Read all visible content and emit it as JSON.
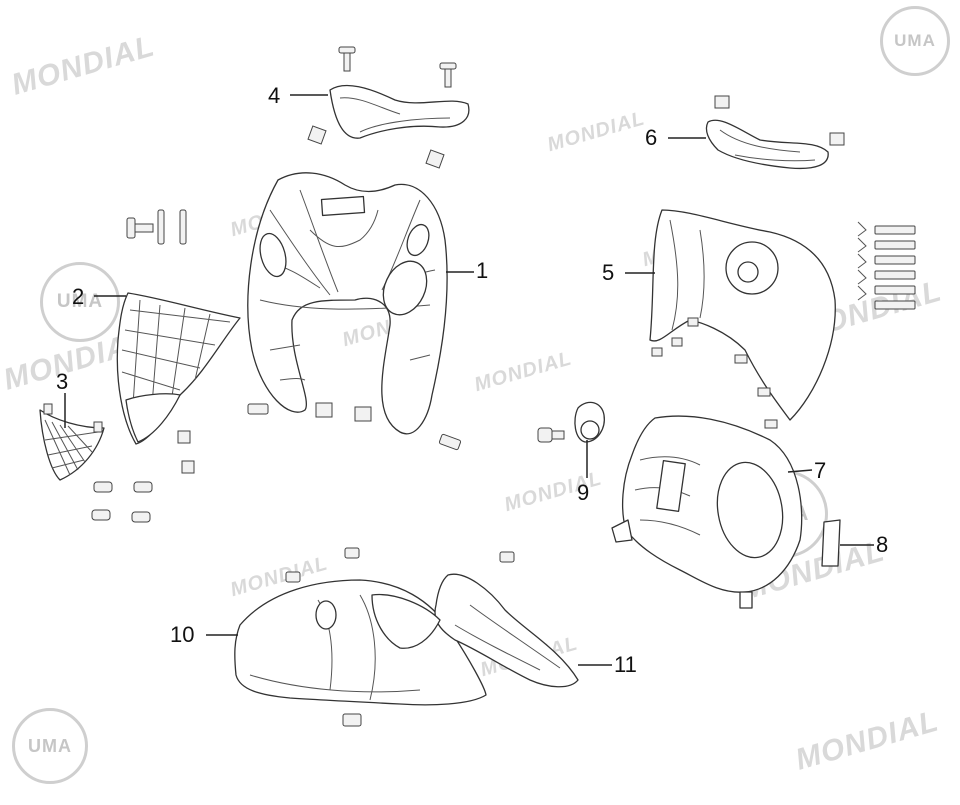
{
  "watermarks": {
    "brand_text": "MONDIAL",
    "logo_text": "UMA"
  },
  "callouts": [
    {
      "id": "1",
      "label": "1"
    },
    {
      "id": "2",
      "label": "2"
    },
    {
      "id": "3",
      "label": "3"
    },
    {
      "id": "4",
      "label": "4"
    },
    {
      "id": "5",
      "label": "5"
    },
    {
      "id": "6",
      "label": "6"
    },
    {
      "id": "7",
      "label": "7"
    },
    {
      "id": "8",
      "label": "8"
    },
    {
      "id": "9",
      "label": "9"
    },
    {
      "id": "10",
      "label": "10"
    },
    {
      "id": "11",
      "label": "11"
    }
  ]
}
